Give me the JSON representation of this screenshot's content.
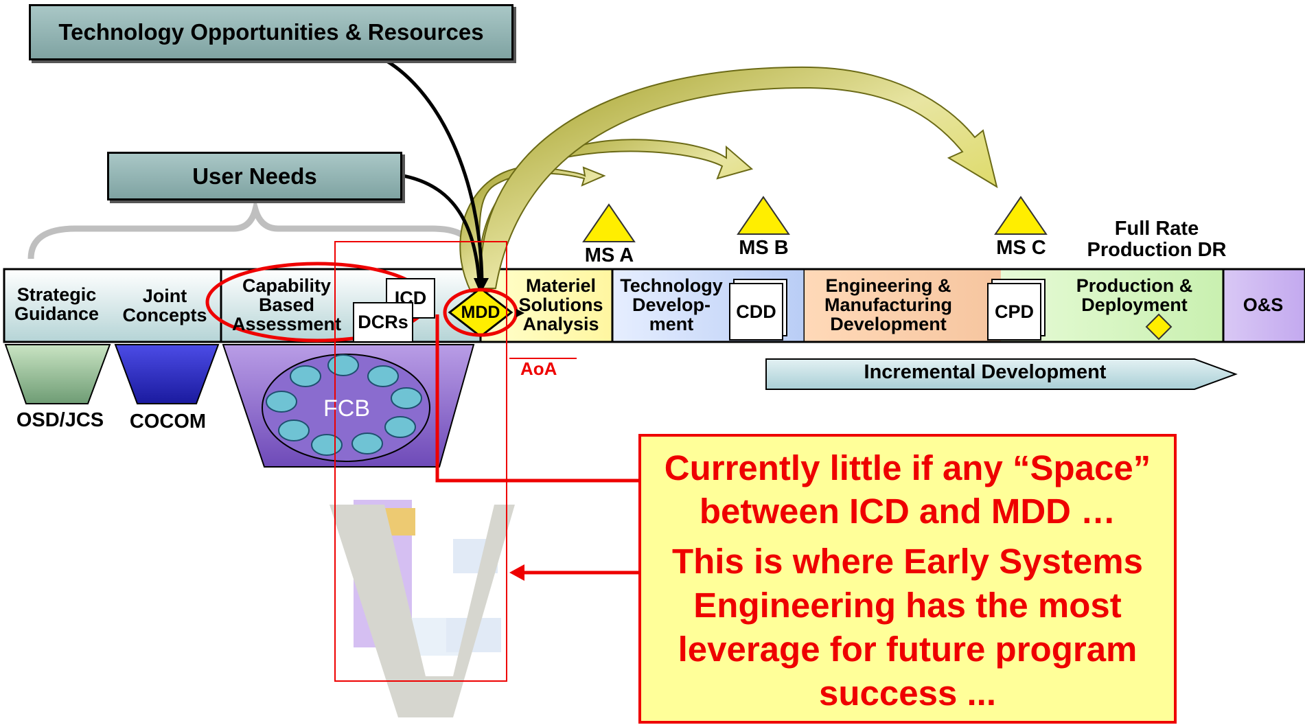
{
  "headers": {
    "tech_opps": "Technology Opportunities & Resources",
    "user_needs": "User Needs"
  },
  "timeline": {
    "strategic": "Strategic Guidance",
    "joint": "Joint Concepts",
    "cba": "Capability Based Assessment",
    "icd": "ICD",
    "dcrs": "DCRs",
    "mdd": "MDD",
    "msa": "Materiel Solutions Analysis",
    "td": "Technology Develop-ment",
    "cdd": "CDD",
    "emd": "Engineering & Manufacturing Development",
    "cpd": "CPD",
    "pd": "Production & Deployment",
    "os": "O&S"
  },
  "milestones": {
    "msa": "MS A",
    "msb": "MS B",
    "msc": "MS C",
    "frp_line1": "Full Rate",
    "frp_line2": "Production DR"
  },
  "aoa": "AoA",
  "incremental": "Incremental Development",
  "orgs": {
    "osd": "OSD/JCS",
    "cocom": "COCOM",
    "fcb": "FCB"
  },
  "callout": {
    "line1": "Currently little if any “Space” between ICD and MDD …",
    "line2": "This is where Early Systems Engineering has the most leverage for future program success ..."
  },
  "colors": {
    "callout_red": "#ee0000",
    "callout_bg": "#ffff99",
    "milestone_yellow": "#ffee00"
  }
}
